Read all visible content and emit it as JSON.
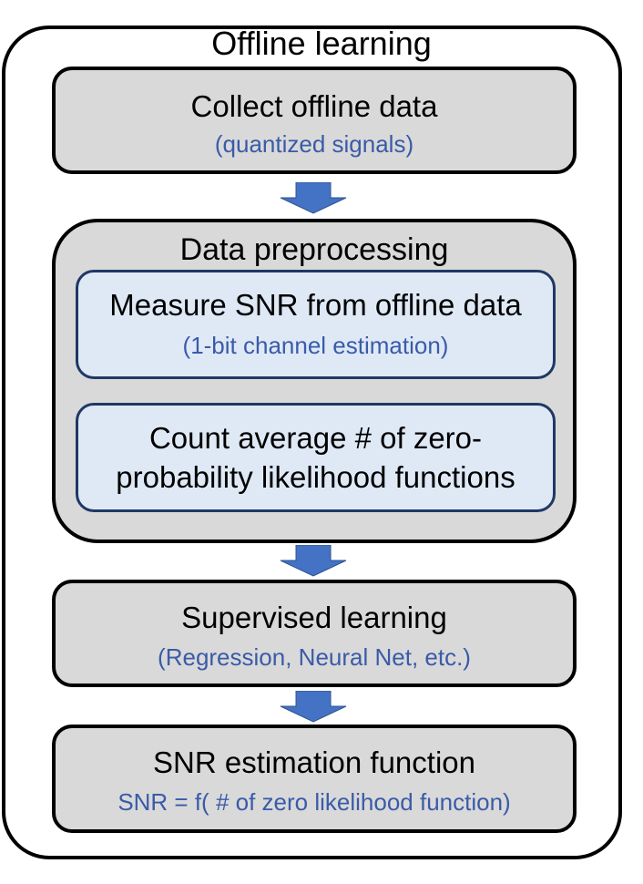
{
  "outer_title": "Offline learning",
  "steps": {
    "collect": {
      "title": "Collect offline data",
      "subtitle": "(quantized signals)"
    },
    "preprocessing": {
      "title": "Data preprocessing",
      "measure": {
        "title": "Measure SNR from offline data",
        "subtitle": "(1-bit channel estimation)"
      },
      "count": {
        "line1": "Count average # of  zero-",
        "line2": "probability likelihood functions"
      }
    },
    "supervised": {
      "title": "Supervised learning",
      "subtitle": "(Regression, Neural Net, etc.)"
    },
    "estimation": {
      "title": "SNR estimation function",
      "subtitle": "SNR = f( # of zero likelihood function)"
    }
  },
  "colors": {
    "box_fill": "#d9d9d9",
    "inner_fill": "#dfe9f6",
    "inner_border": "#1f3864",
    "subtitle_text": "#3a5ba8",
    "arrow_fill": "#4472c4"
  }
}
